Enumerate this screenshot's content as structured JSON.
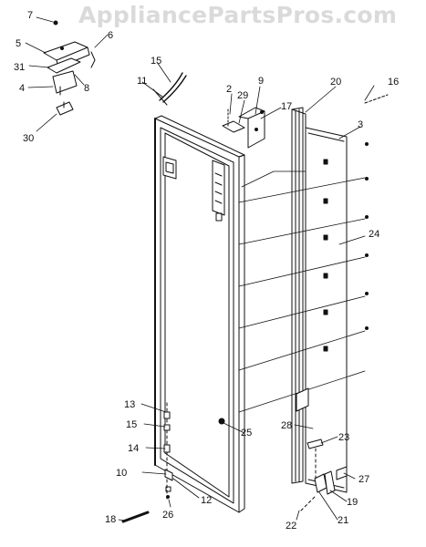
{
  "watermark": "AppliancePartsPros.com",
  "callouts": [
    "7",
    "6",
    "5",
    "31",
    "8",
    "4",
    "30",
    "15",
    "11",
    "2",
    "29",
    "9",
    "17",
    "20",
    "16",
    "3",
    "24",
    "13",
    "15",
    "25",
    "14",
    "10",
    "12",
    "26",
    "18",
    "28",
    "23",
    "27",
    "19",
    "21",
    "22"
  ]
}
